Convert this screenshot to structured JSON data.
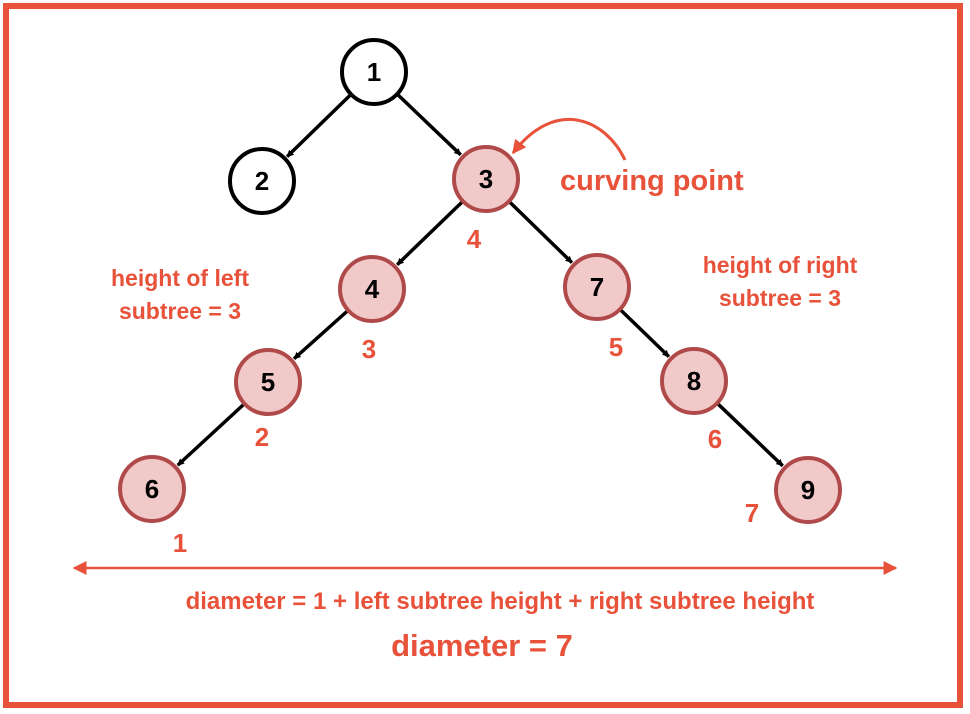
{
  "colors": {
    "accent": "#e8513a",
    "highlight_fill": "#f2c9c9",
    "highlight_stroke": "#b04a4a",
    "edge": "#000000"
  },
  "nodes": {
    "n1": {
      "label": "1",
      "highlighted": false
    },
    "n2": {
      "label": "2",
      "highlighted": false
    },
    "n3": {
      "label": "3",
      "highlighted": true
    },
    "n4": {
      "label": "4",
      "highlighted": true
    },
    "n5": {
      "label": "5",
      "highlighted": true
    },
    "n6": {
      "label": "6",
      "highlighted": true
    },
    "n7": {
      "label": "7",
      "highlighted": true
    },
    "n8": {
      "label": "8",
      "highlighted": true
    },
    "n9": {
      "label": "9",
      "highlighted": true
    }
  },
  "edges": [
    [
      "1",
      "2"
    ],
    [
      "1",
      "3"
    ],
    [
      "3",
      "4"
    ],
    [
      "3",
      "7"
    ],
    [
      "4",
      "5"
    ],
    [
      "5",
      "6"
    ],
    [
      "7",
      "8"
    ],
    [
      "8",
      "9"
    ]
  ],
  "path_counts": {
    "n6": "1",
    "n5": "2",
    "n4": "3",
    "n3": "4",
    "n7": "5",
    "n8": "6",
    "n9": "7"
  },
  "annotations": {
    "curving_point": "curving point",
    "left_height_line1": "height of left",
    "left_height_line2": "subtree = 3",
    "right_height_line1": "height of right",
    "right_height_line2": "subtree = 3",
    "formula": "diameter  = 1 + left subtree height + right subtree height",
    "result": "diameter = 7"
  }
}
